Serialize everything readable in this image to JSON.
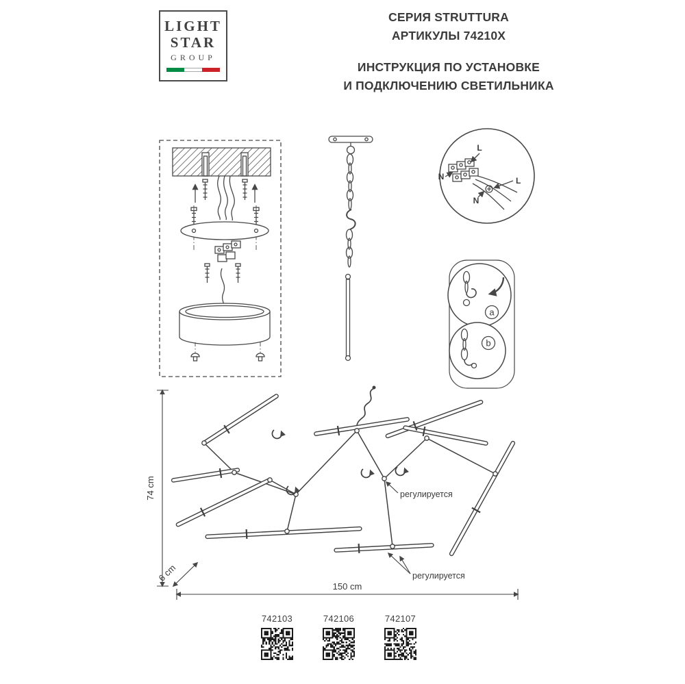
{
  "logo": {
    "line1": "LIGHT",
    "line2": "STAR",
    "line3": "GROUP",
    "flag_colors": [
      "#008C45",
      "#FFFFFF",
      "#CD212A"
    ]
  },
  "header": {
    "series": "СЕРИЯ STRUTTURA",
    "articles": "АРТИКУЛЫ 74210X",
    "instruction1": "ИНСТРУКЦИЯ ПО УСТАНОВКЕ",
    "instruction2": "И ПОДКЛЮЧЕНИЮ СВЕТИЛЬНИКА"
  },
  "wiring": {
    "l_top": "L",
    "n_left": "N",
    "l_right": "L",
    "n_bottom": "N"
  },
  "details": {
    "a": "a",
    "b": "b"
  },
  "dims": {
    "height": "74 cm",
    "depth": "6 cm",
    "width": "150 cm",
    "adjust1": "регулируется",
    "adjust2": "регулируется"
  },
  "qr": {
    "items": [
      {
        "label": "742103"
      },
      {
        "label": "742106"
      },
      {
        "label": "742107"
      }
    ]
  },
  "colors": {
    "ink": "#3f3f3f",
    "line": "#474747",
    "flag_green": "#008C45",
    "flag_red": "#CD212A"
  }
}
